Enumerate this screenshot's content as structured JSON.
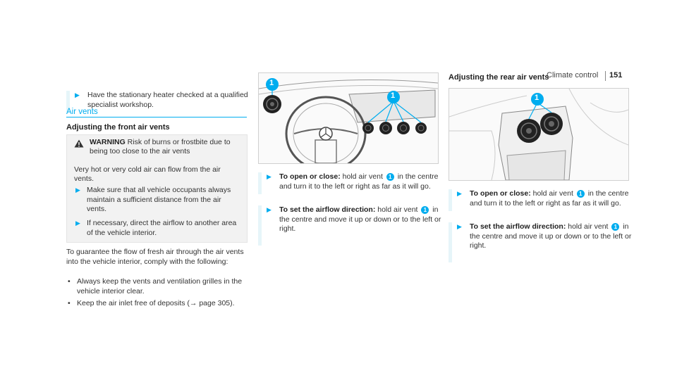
{
  "header": {
    "title": "Climate control",
    "page": "151"
  },
  "col1": {
    "heater_step": "Have the stationary heater checked at a qualified specialist workshop.",
    "section_title": "Air vents",
    "subheading": "Adjusting the front air vents",
    "warning": {
      "label": "WARNING",
      "lead": "Risk of burns or frostbite due to being too close to the air vents",
      "body": "Very hot or very cold air can flow from the air vents.",
      "step1": "Make sure that all vehicle occupants always maintain a sufficient distance from the air vents.",
      "step2": "If necessary, direct the airflow to another area of the vehicle interior."
    },
    "para": "To guarantee the flow of fresh air through the air vents into the vehicle interior, comply with the following:",
    "bullets": [
      "Always keep the vents and ventilation grilles in the vehicle interior clear.",
      "Keep the air inlet free of deposits (→ page 305)."
    ]
  },
  "col2": {
    "figure_callouts": [
      "1",
      "1"
    ],
    "step1_bold": "To open or close:",
    "step1_a": "hold air vent",
    "step1_num": "1",
    "step1_b": "in the centre and turn it to the left or right as far as it will go.",
    "step2_bold": "To set the airflow direction:",
    "step2_a": "hold air vent",
    "step2_num": "1",
    "step2_b": "in the centre and move it up or down or to the left or right."
  },
  "col3": {
    "subheading": "Adjusting the rear air vents",
    "figure_callout": "1",
    "step1_bold": "To open or close:",
    "step1_a": "hold air vent",
    "step1_num": "1",
    "step1_b": "in the centre and turn it to the left or right as far as it will go.",
    "step2_bold": "To set the airflow direction:",
    "step2_a": "hold air vent",
    "step2_num": "1",
    "step2_b": "in the centre and move it up or down or to the left or right."
  },
  "colors": {
    "accent": "#00adef",
    "highlight_bar": "#e6f5f9",
    "warning_bg": "#f2f2f2"
  },
  "icons": {
    "step": "triangle-right-icon",
    "warning": "warning-triangle-icon"
  }
}
